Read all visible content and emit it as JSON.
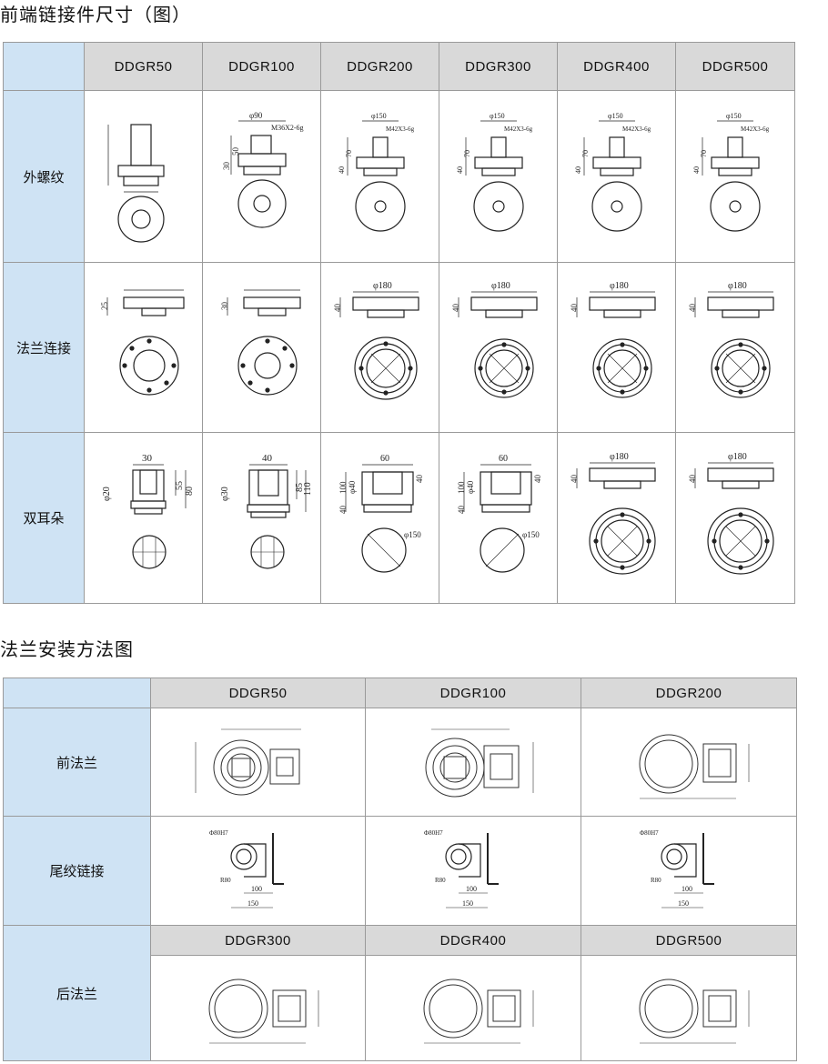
{
  "section1": {
    "title": "前端链接件尺寸（图）",
    "columns": [
      "DDGR50",
      "DDGR100",
      "DDGR200",
      "DDGR300",
      "DDGR400",
      "DDGR500"
    ],
    "rows": [
      {
        "label": "外螺纹",
        "dims": {
          "d100_phi": "φ90",
          "d100_thread": "M36X2-6g",
          "d100_h1": "30",
          "d100_h2": "50",
          "big_phi": "φ150",
          "big_thread": "M42X3-6g",
          "big_h1": "40",
          "big_h2": "70"
        }
      },
      {
        "label": "法兰连接",
        "dims": {
          "d50_h": "25",
          "d100_h": "30",
          "big_phi": "φ180",
          "big_h": "40"
        }
      },
      {
        "label": "双耳朵",
        "dims": {
          "d50_w": "30",
          "d50_h1": "55",
          "d50_h2": "80",
          "d50_phi": "φ20",
          "d100_w": "40",
          "d100_h1": "85",
          "d100_h2": "110",
          "d100_phi": "φ30",
          "big_w": "60",
          "big_phi40": "φ40",
          "big_h100": "100",
          "big_h40": "40",
          "big_phi150": "φ150",
          "flange_phi": "φ180",
          "flange_h": "40"
        }
      }
    ]
  },
  "section2": {
    "title": "法兰安装方法图",
    "columns_top": [
      "DDGR50",
      "DDGR100",
      "DDGR200"
    ],
    "columns_bottom": [
      "DDGR300",
      "DDGR400",
      "DDGR500"
    ],
    "rows": [
      {
        "label": "前法兰"
      },
      {
        "label": "尾绞链接",
        "dims": {
          "hole": "Φ80H7",
          "r": "R80",
          "d100": "100",
          "d150": "150"
        }
      },
      {
        "label": "后法兰"
      }
    ]
  }
}
